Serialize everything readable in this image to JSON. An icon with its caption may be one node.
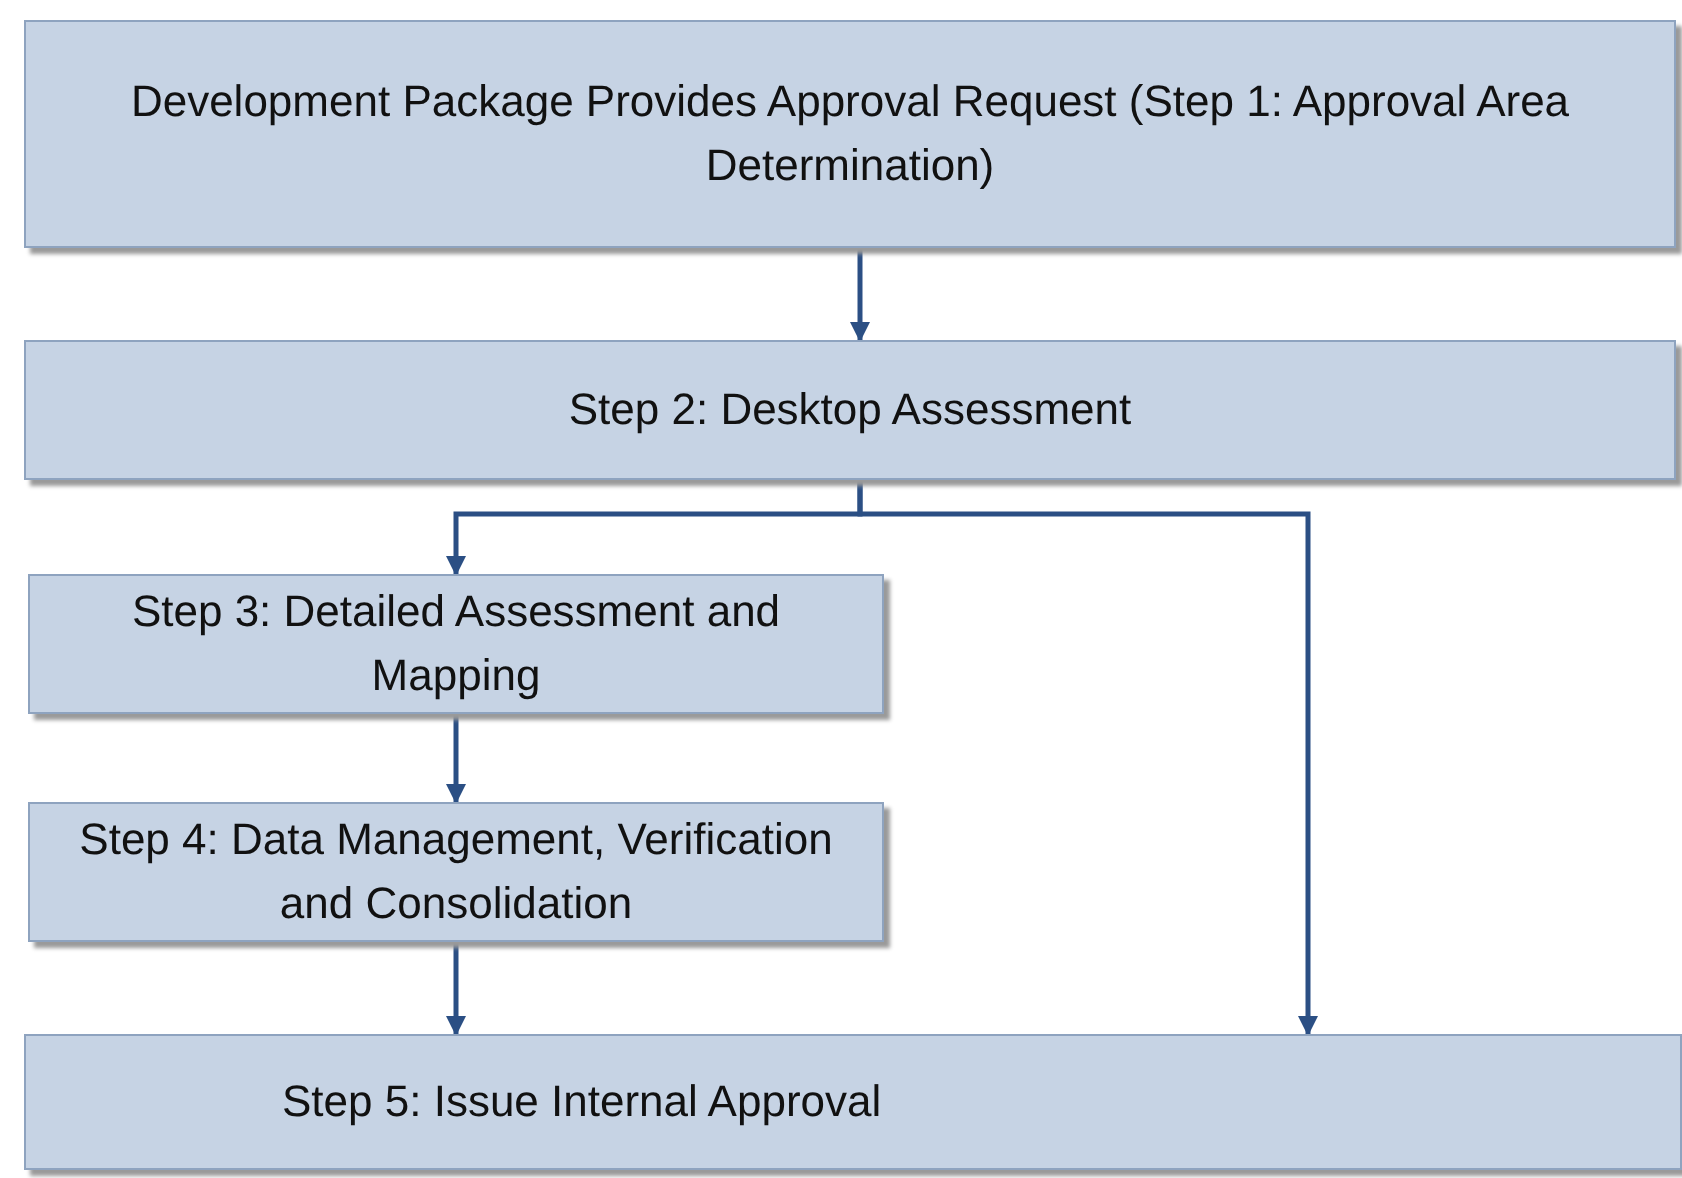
{
  "diagram": {
    "nodes": [
      {
        "text": [
          "Development Package Provides Approval Request (Step 1: Approval Area Determination)"
        ]
      },
      {
        "text": [
          "Step 2: Desktop Assessment"
        ]
      },
      {
        "text": [
          "Step 3: Detailed Assessment and Mapping"
        ]
      },
      {
        "text": [
          "Step 4: Data Management, Verification and Consolidation"
        ]
      },
      {
        "text": [
          "Step 5: Issue Internal Approval"
        ]
      }
    ],
    "edges": [
      {
        "from": 0,
        "to": 1,
        "arrow": "to"
      },
      {
        "from": 1,
        "to": 2,
        "arrow": "to"
      },
      {
        "from": 1,
        "to": 4,
        "arrow": "to"
      },
      {
        "from": 2,
        "to": 3,
        "arrow": "to"
      },
      {
        "from": 3,
        "to": 4,
        "arrow": "to"
      }
    ]
  }
}
